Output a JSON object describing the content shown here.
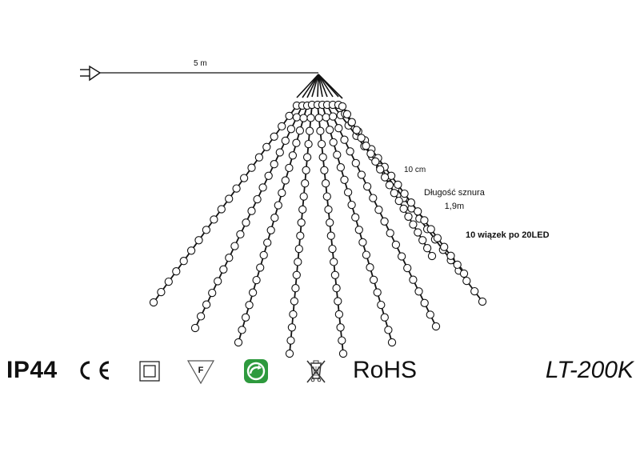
{
  "diagram": {
    "cable_length_label": "5 m",
    "led_spacing_label": "10 cm",
    "strand_length_label_line1": "Długość sznura",
    "strand_length_label_line2": "1,9m",
    "strands_label": "10 wiązek po 20LED",
    "strand_count": 10,
    "leds_per_strand": 20
  },
  "marks": {
    "ip_rating": "IP44",
    "ce_mark": "CE",
    "double_insulation": "class-ii-double-square-icon",
    "f_mark": "f-triangle-icon",
    "recycle": "green-recycle-icon",
    "weee": "crossed-bin-icon",
    "rohs": "RoHS",
    "model": "LT-200K"
  },
  "colors": {
    "line": "#111111",
    "led_fill": "#ffffff",
    "recycle_green": "#2e9a3e"
  }
}
